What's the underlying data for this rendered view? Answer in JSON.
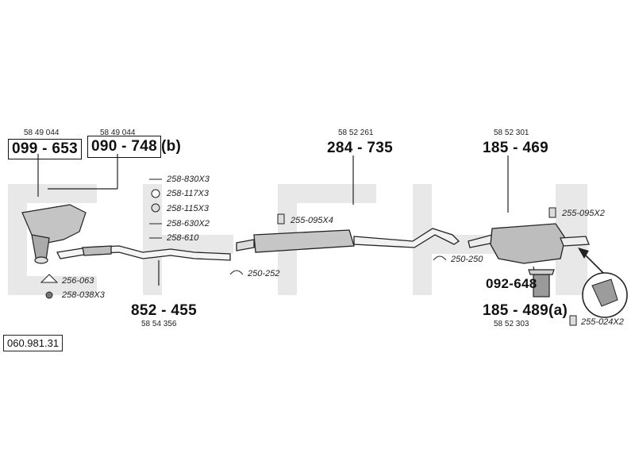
{
  "diagram_number": "060.981.31",
  "main_parts": [
    {
      "oe": "58 49 044",
      "part": "099 - 653"
    },
    {
      "oe": "58 49 044",
      "part": "090 - 748",
      "suffix": "(b)"
    },
    {
      "oe": "58 52 261",
      "part": "284 - 735"
    },
    {
      "oe": "58 52 301",
      "part": "185 - 469"
    },
    {
      "part": "852 - 455",
      "oe": "58 54 356"
    },
    {
      "part": "092-648"
    },
    {
      "part": "185 - 489",
      "suffix": "(a)",
      "oe": "58 52 303"
    }
  ],
  "accessories": [
    "258-830X3",
    "258-117X3",
    "258-115X3",
    "258-630X2",
    "258-610",
    "256-063",
    "258-038X3",
    "255-095X4",
    "250-252",
    "250-250",
    "255-095X2",
    "255-024X2"
  ],
  "colors": {
    "lines": "#222222",
    "watermark": "#e6e6e6",
    "parts_fill": "#bdbdbd"
  }
}
